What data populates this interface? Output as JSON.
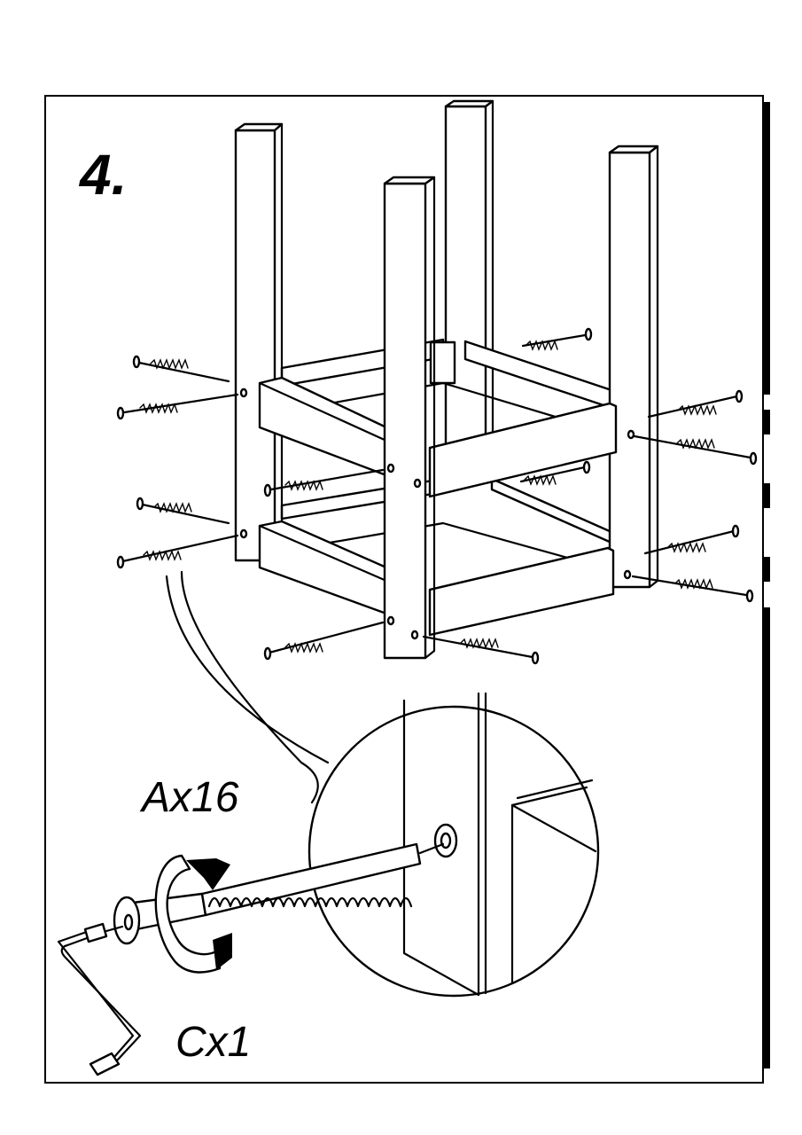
{
  "step": {
    "number": "4."
  },
  "parts": {
    "screw": {
      "label": "Ax16",
      "icon": "screw-icon"
    },
    "wrench": {
      "label": "Cx1",
      "icon": "allen-key-icon"
    }
  },
  "colors": {
    "ink": "#000000",
    "paper": "#ffffff"
  }
}
